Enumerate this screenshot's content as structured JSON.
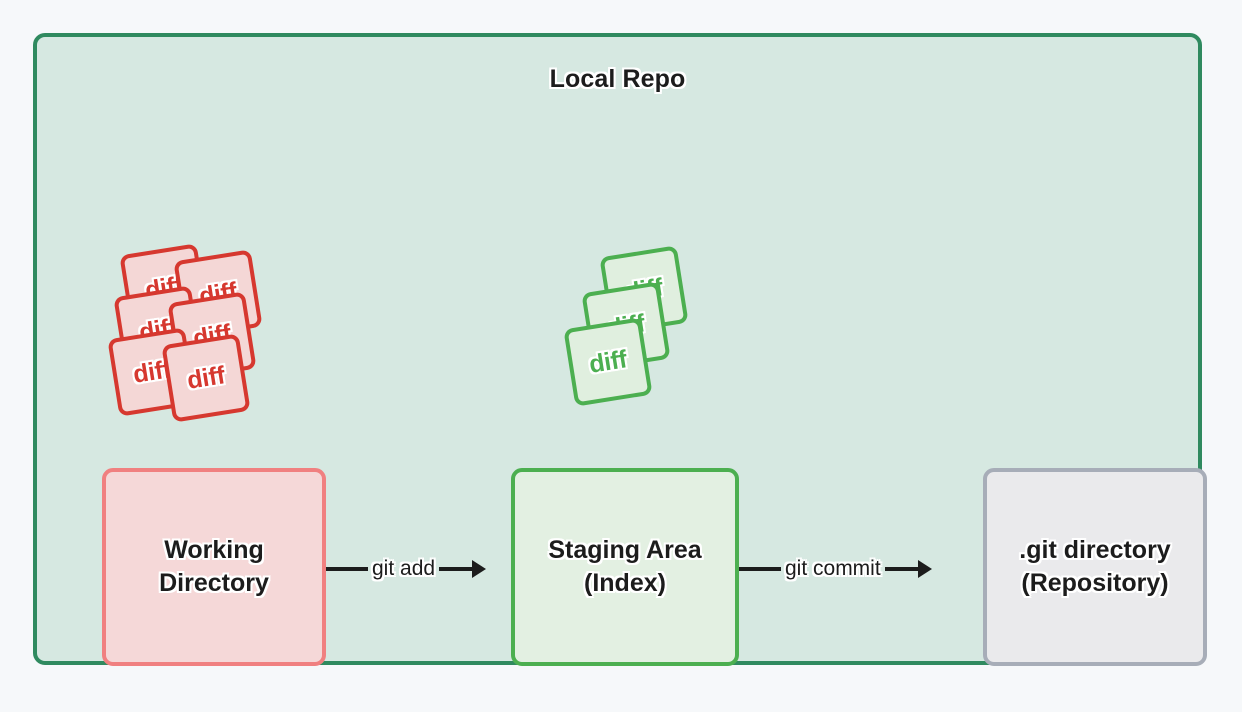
{
  "diagram": {
    "type": "flow",
    "title": "Local Repo",
    "container": {
      "label": "Local Repo",
      "fill": "#d6e8e1",
      "stroke": "#2f8a5f"
    },
    "stacks": [
      {
        "name": "working-directory-diffs",
        "card_label": "diff",
        "count": 6,
        "columns": 2,
        "rows": 3,
        "fill": "#f4d7d6",
        "stroke": "#d6382f",
        "text_color": "#d6382f",
        "rotation_deg": -9
      },
      {
        "name": "staging-area-diffs",
        "card_label": "diff",
        "count": 3,
        "columns": 1,
        "rows": 3,
        "fill": "#e0efdf",
        "stroke": "#4caf50",
        "text_color": "#4caf50",
        "rotation_deg": -9
      }
    ],
    "nodes": [
      {
        "id": "working-directory",
        "line1": "Working",
        "line2": "Directory",
        "fill": "#f5d8d8",
        "stroke": "#f08080"
      },
      {
        "id": "staging-area",
        "line1": "Staging Area",
        "line2": "(Index)",
        "fill": "#e3f0e2",
        "stroke": "#4caf50"
      },
      {
        "id": "git-directory",
        "line1": ".git directory",
        "line2": "(Repository)",
        "fill": "#eaeaec",
        "stroke": "#a7adb8"
      }
    ],
    "edges": [
      {
        "id": "git-add",
        "label": "git add",
        "from": "working-directory",
        "to": "staging-area",
        "arrow": "right"
      },
      {
        "id": "git-commit",
        "label": "git commit",
        "from": "staging-area",
        "to": "git-directory",
        "arrow": "right"
      }
    ],
    "colors": {
      "page_background": "#f6f8fa",
      "text": "#1c1c1c",
      "edge": "#1c1c1c"
    }
  }
}
